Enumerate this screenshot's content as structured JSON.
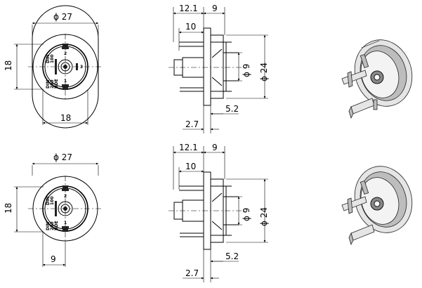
{
  "top": {
    "front": {
      "diameter": "ϕ 27",
      "height": "18",
      "width": "18",
      "pins": [
        "2",
        "3",
        "1"
      ],
      "marks": [
        "DIN",
        "100",
        "DIN",
        "200",
        "VDE"
      ]
    },
    "side": {
      "d12": "12.1",
      "d9top": "9",
      "d10": "10",
      "d9dia": "ϕ 9",
      "d24": "ϕ 24",
      "d52": "5.2",
      "d27": "2.7"
    }
  },
  "bottom": {
    "front": {
      "diameter": "ϕ 27",
      "height": "18",
      "width": "9",
      "pins": [
        "2",
        "1"
      ],
      "marks": [
        "DIN",
        "100",
        "DIN",
        "200",
        "VDE"
      ]
    },
    "side": {
      "d12": "12.1",
      "d9top": "9",
      "d10": "10",
      "d9dia": "ϕ 9",
      "d24": "ϕ 24",
      "d52": "5.2",
      "d27": "2.7"
    }
  }
}
